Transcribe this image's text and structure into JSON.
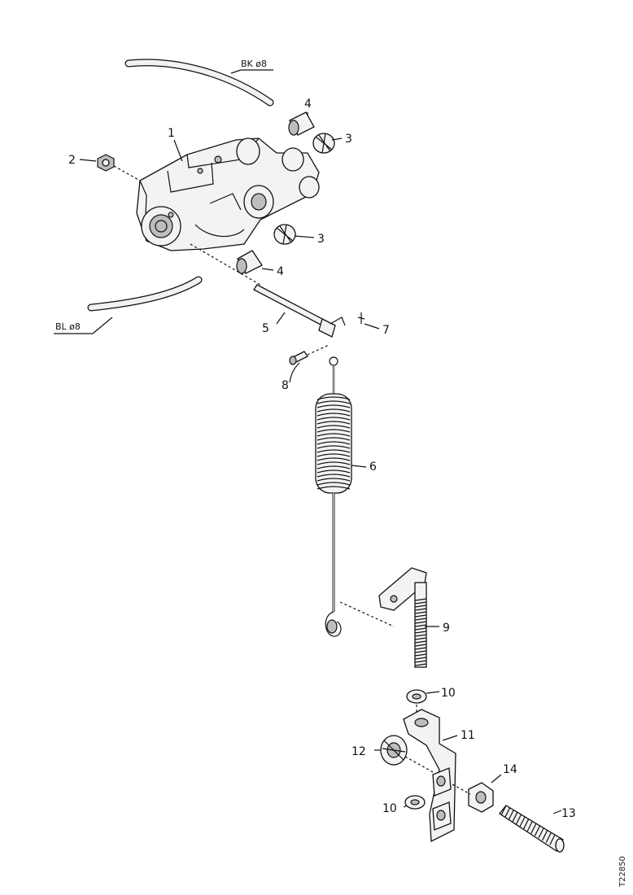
{
  "diagram": {
    "hose_labels": {
      "top": "BK ø8",
      "bottom": "BL ø8"
    },
    "callouts": {
      "p1": "1",
      "p2": "2",
      "p3a": "3",
      "p3b": "3",
      "p4a": "4",
      "p4b": "4",
      "p5": "5",
      "p6": "6",
      "p7": "7",
      "p8": "8",
      "p9": "9",
      "p10a": "10",
      "p10b": "10",
      "p11": "11",
      "p12": "12",
      "p13": "13",
      "p14": "14"
    },
    "document_number": "T22850"
  }
}
